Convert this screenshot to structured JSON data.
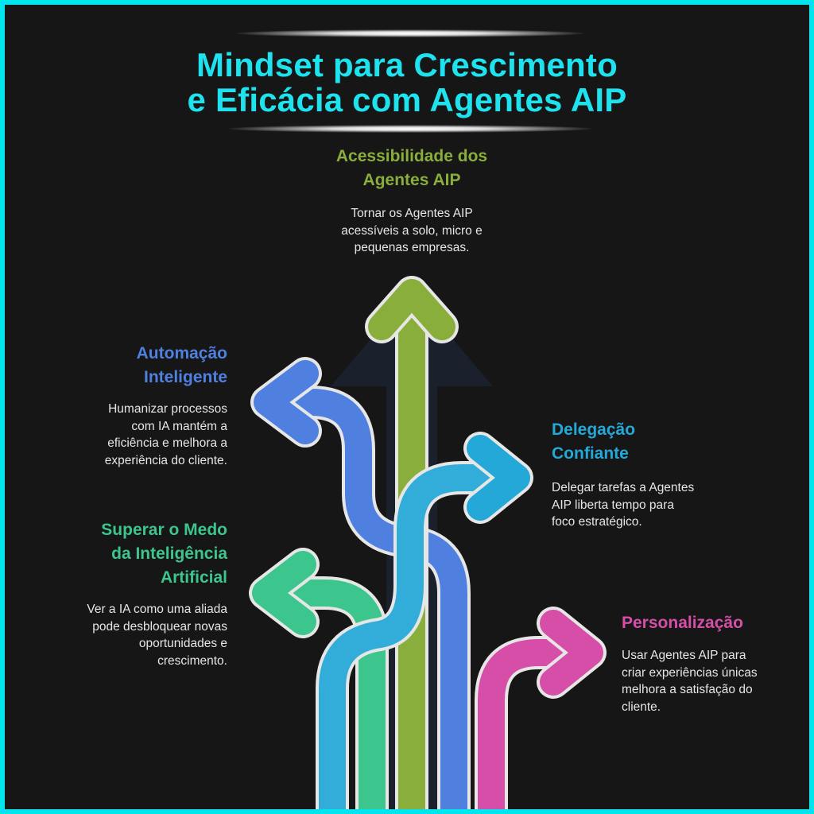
{
  "title": {
    "line1": "Mindset para Crescimento",
    "line2": "e Eficácia com Agentes AIP"
  },
  "colors": {
    "border": "#00e5ee",
    "background": "#161616",
    "title": "#1ee3ee",
    "accessibility": "#8aae3c",
    "automation": "#4f80e0",
    "delegation": "#23a8d8",
    "fear": "#3cc58c",
    "personalization": "#d74ea8"
  },
  "items": {
    "accessibility": {
      "heading1": "Acessibilidade dos",
      "heading2": "Agentes AIP",
      "text1": "Tornar os Agentes AIP",
      "text2": "acessíveis a solo, micro e",
      "text3": "pequenas empresas.",
      "arrow_icon": "arrow-up-icon"
    },
    "automation": {
      "heading1": "Automação",
      "heading2": "Inteligente",
      "text1": "Humanizar processos",
      "text2": "com IA mantém a",
      "text3": "eficiência e melhora a",
      "text4": "experiência do cliente.",
      "arrow_icon": "arrow-left-icon"
    },
    "delegation": {
      "heading1": "Delegação",
      "heading2": "Confiante",
      "text1": "Delegar tarefas a Agentes",
      "text2": "AIP liberta tempo para",
      "text3": "foco estratégico.",
      "arrow_icon": "arrow-right-icon"
    },
    "fear": {
      "heading1": "Superar o Medo",
      "heading2": "da Inteligência",
      "heading3": "Artificial",
      "text1": "Ver a IA como uma aliada",
      "text2": "pode desbloquear novas",
      "text3": "oportunidades e",
      "text4": "crescimento.",
      "arrow_icon": "arrow-left-icon"
    },
    "personalization": {
      "heading1": "Personalização",
      "text1": "Usar Agentes AIP para",
      "text2": "criar experiências únicas",
      "text3": "melhora a satisfação do",
      "text4": "cliente.",
      "arrow_icon": "arrow-right-icon"
    }
  }
}
